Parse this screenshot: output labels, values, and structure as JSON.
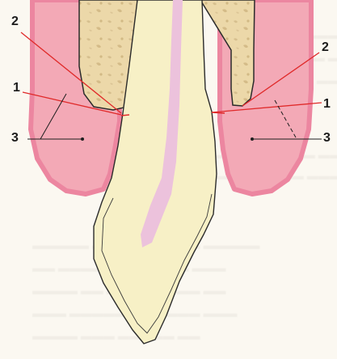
{
  "labels": {
    "left_2": "2",
    "left_1": "1",
    "left_3": "3",
    "right_2": "2",
    "right_1": "1",
    "right_3": "3"
  },
  "colors": {
    "gingiva": "#f3a9b6",
    "gingiva_edge": "#ec86a0",
    "bone": "#ecd8a9",
    "tooth": "#f7f0c6",
    "pulp": "#ecc2dc",
    "label_line": "#e02a2a"
  }
}
